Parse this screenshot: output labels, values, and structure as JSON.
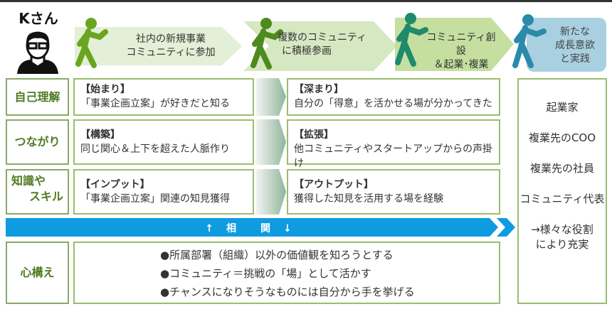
{
  "person": {
    "name": "Kさん"
  },
  "stages": [
    {
      "text": [
        "社内の新規事業",
        "コミュニティに参加"
      ],
      "color": "#e3efd6",
      "figure": "#6aa51f"
    },
    {
      "text": [
        "複数のコミュニティ",
        "に積極参画"
      ],
      "color": "#d6e8c2",
      "figure": "#4e8a1e"
    },
    {
      "text": [
        "コミュニティ創設",
        "＆起業･複業"
      ],
      "color": "#c4df9f",
      "figure": "#1f8a6c"
    },
    {
      "text": [
        "新たな",
        "成長意欲",
        "と実践"
      ],
      "color": "#a8d0e0",
      "figure": "#2b8aa8"
    }
  ],
  "rows": [
    {
      "label": [
        "自己理解"
      ],
      "before_head": "【始まり】",
      "before_body": "「事業企画立案」が好きだと知る",
      "after_head": "【深まり】",
      "after_body": "自分の「得意」を活かせる場が分かってきた"
    },
    {
      "label": [
        "つながり"
      ],
      "before_head": "【構築】",
      "before_body": "同じ関心＆上下を超えた人脈作り",
      "after_head": "【拡張】",
      "after_body": "他コミュニティやスタートアップからの声掛け"
    },
    {
      "label": [
        "知識や",
        "スキル"
      ],
      "before_head": "【インプット】",
      "before_body": "「事業企画立案」関連の知見獲得",
      "after_head": "【アウトプット】",
      "after_body": "獲得した知見を活用する場を経験"
    }
  ],
  "correlation": "↑　相　　関　↓",
  "mindset": {
    "label": "心構え",
    "items": [
      "●所属部署（組織）以外の価値観を知ろうとする",
      "●コミュニティ＝挑戦の「場」として活かす",
      "●チャンスになりそうなものには自分から手を挙げる"
    ]
  },
  "results": [
    "起業家",
    "複業先のCOO",
    "複業先の社員",
    "コミュニティ代表",
    "→様々な役割",
    "により充実"
  ],
  "colors": {
    "border": "#9bbd6e",
    "label": "#4f7a21",
    "bar": "#0f9be0"
  }
}
